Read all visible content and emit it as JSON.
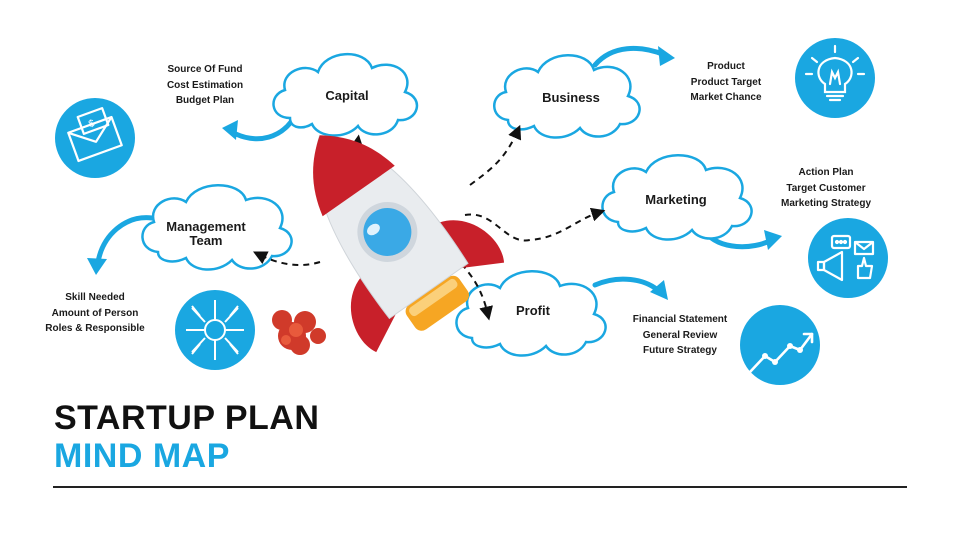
{
  "colors": {
    "accent": "#1aa7e1",
    "rocket_red": "#c8202a",
    "rocket_window": "#3aa9e6",
    "flame": "#f6a623",
    "text": "#1a1a1a"
  },
  "title": {
    "line1": "STARTUP PLAN",
    "line2": "MIND MAP"
  },
  "nodes": {
    "capital": {
      "label": "Capital",
      "items": [
        "Source Of Fund",
        "Cost Estimation",
        "Budget Plan"
      ],
      "icon": "money-envelope-icon"
    },
    "business": {
      "label": "Business",
      "items": [
        "Product",
        "Product Target",
        "Market Chance"
      ],
      "icon": "lightbulb-icon"
    },
    "marketing": {
      "label": "Marketing",
      "items": [
        "Action Plan",
        "Target Customer",
        "Marketing Strategy"
      ],
      "icon": "megaphone-icon"
    },
    "management": {
      "label_line1": "Management",
      "label_line2": "Team",
      "items": [
        "Skill Needed",
        "Amount of Person",
        "Roles & Responsible"
      ],
      "icon": "team-hands-icon"
    },
    "profit": {
      "label": "Profit",
      "items": [
        "Financial Statement",
        "General Review",
        "Future Strategy"
      ],
      "icon": "growth-chart-icon"
    }
  }
}
